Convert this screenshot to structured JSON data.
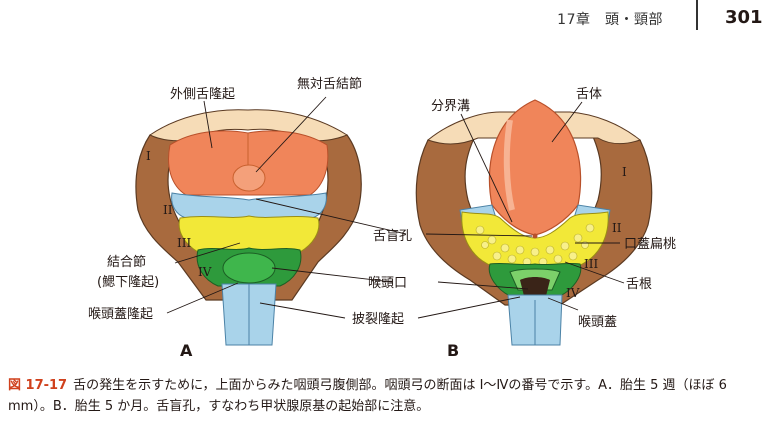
{
  "header": {
    "chapter": "17章　頭・頸部",
    "page_number": "301"
  },
  "figure": {
    "labels": {
      "lateral_lingual_swelling": "外側舌隆起",
      "tuberculum_impar": "無対舌結節",
      "terminal_sulcus": "分界溝",
      "body_of_tongue": "舌体",
      "foramen_cecum": "舌盲孔",
      "copula": "結合節",
      "hypobranchial": "(鰓下隆起)",
      "laryngeal_orifice": "喉頭口",
      "palatine_tonsil": "口蓋扁桃",
      "root_of_tongue": "舌根",
      "epiglottal_swelling": "喉頭蓋隆起",
      "arytenoid_swelling": "披裂隆起",
      "epiglottis": "喉頭蓋"
    },
    "arches": [
      "I",
      "II",
      "III",
      "IV"
    ],
    "panel_a": "A",
    "panel_b": "B"
  },
  "caption": {
    "figure_number": "図 17-17",
    "text": "舌の発生を示すために，上面からみた咽頭弓腹側部。咽頭弓の断面は Ⅰ〜Ⅳの番号で示す。A．胎生 5 週（ほぼ 6 mm）。B．胎生 5 か月。舌盲孔，すなわち甲状腺原基の起始部に注意。"
  },
  "colors": {
    "arch_brown": "#a86a3e",
    "tongue_orange": "#f0855a",
    "arch2_blue": "#a9d3ea",
    "arch3_yellow": "#f2e838",
    "arch4_green": "#2e9a3c",
    "caption_red": "#d0411d"
  }
}
